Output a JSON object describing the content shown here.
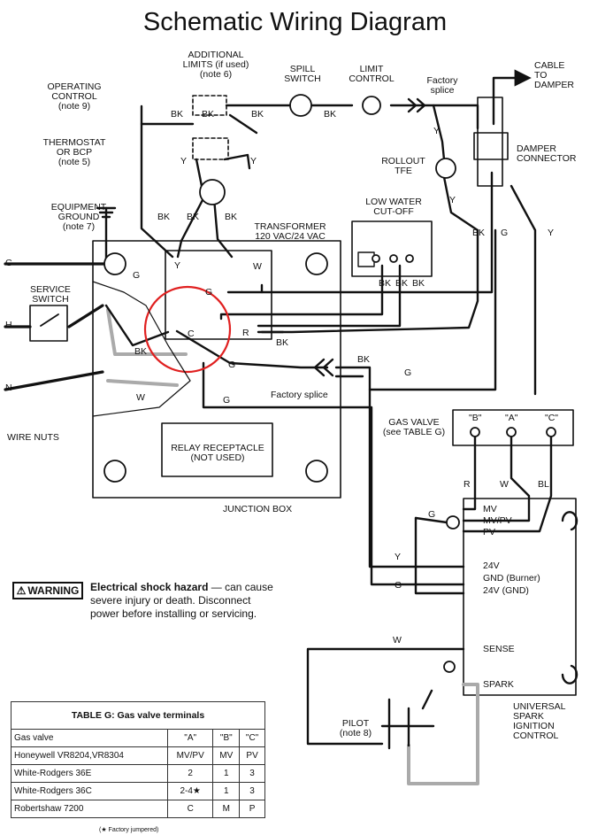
{
  "title": "Schematic Wiring Diagram",
  "labels": {
    "additional_limits": [
      "ADDITIONAL",
      "LIMITS (if used)",
      "(note 6)"
    ],
    "operating_control": [
      "OPERATING",
      "CONTROL",
      "(note 9)"
    ],
    "thermostat": [
      "THERMOSTAT",
      "OR BCP",
      "(note 5)"
    ],
    "equipment_ground": [
      "EQUIPMENT",
      "GROUND",
      "(note 7)"
    ],
    "spill_switch": [
      "SPILL",
      "SWITCH"
    ],
    "limit_control": [
      "LIMIT",
      "CONTROL"
    ],
    "factory_splice_top": [
      "Factory",
      "splice"
    ],
    "cable_to_damper": [
      "CABLE",
      "TO",
      "DAMPER"
    ],
    "damper_connector": [
      "DAMPER",
      "CONNECTOR"
    ],
    "rollout_tfe": [
      "ROLLOUT",
      "TFE"
    ],
    "low_water_cutoff": [
      "LOW WATER",
      "CUT-OFF"
    ],
    "transformer": [
      "TRANSFORMER",
      "120 VAC/24 VAC"
    ],
    "service_switch": [
      "SERVICE",
      "SWITCH"
    ],
    "wire_nuts": "WIRE NUTS",
    "relay_receptacle": [
      "RELAY RECEPTACLE",
      "(NOT USED)"
    ],
    "junction_box": "JUNCTION BOX",
    "factory_splice_mid": "Factory splice",
    "gas_valve": [
      "GAS VALVE",
      "(see TABLE G)"
    ],
    "gas_valve_terminals": [
      "\"B\"",
      "\"A\"",
      "\"C\""
    ],
    "ignition_terminals": [
      "MV",
      "MV/PV",
      "PV",
      "24V",
      "GND (Burner)",
      "24V (GND)",
      "SENSE",
      "SPARK"
    ],
    "pilot": [
      "PILOT",
      "(note 8)"
    ],
    "ignition_control": [
      "UNIVERSAL",
      "SPARK",
      "IGNITION",
      "CONTROL"
    ],
    "line_g": "G",
    "line_h": "H",
    "line_n": "N",
    "xfmr_terms": [
      "Y",
      "W",
      "G",
      "C",
      "R"
    ]
  },
  "wire_labels": [
    "BK",
    "BK",
    "BK",
    "Y",
    "Y",
    "Y",
    "Y",
    "BK",
    "BK",
    "BK",
    "BK",
    "BK",
    "BK",
    "BK",
    "G",
    "G",
    "Y",
    "BK",
    "BK",
    "G",
    "BK",
    "G",
    "W",
    "G",
    "R",
    "W",
    "BL",
    "G",
    "Y",
    "G",
    "W",
    "BK"
  ],
  "warning": {
    "badge": "WARNING",
    "heading": "Electrical shock hazard",
    "text_1": " — can cause",
    "text_2": "severe injury or death. Disconnect",
    "text_3": "power before installing or servicing."
  },
  "table_g": {
    "caption": "TABLE G: Gas valve terminals",
    "headers": [
      "Gas valve",
      "\"A\"",
      "\"B\"",
      "\"C\""
    ],
    "rows": [
      [
        "Honeywell VR8204,VR8304",
        "MV/PV",
        "MV",
        "PV"
      ],
      [
        "White-Rodgers 36E",
        "2",
        "1",
        "3"
      ],
      [
        "White-Rodgers 36C",
        "2-4★",
        "1",
        "3"
      ],
      [
        "Robertshaw 7200",
        "C",
        "M",
        "P"
      ]
    ],
    "footnote": "(★ Factory jumpered)"
  }
}
